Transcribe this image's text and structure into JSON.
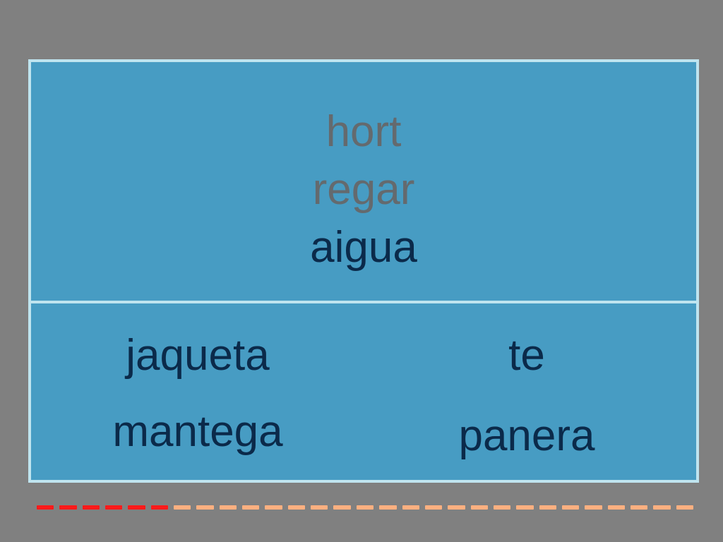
{
  "clue_words": [
    "hort",
    "regar"
  ],
  "target_word": "aigua",
  "options": [
    "jaqueta",
    "te",
    "mantega",
    "panera"
  ],
  "progress": {
    "completed": 6,
    "total": 29,
    "done_color": "#ff1a1a",
    "remaining_color": "#ffb080"
  },
  "colors": {
    "background": "#808080",
    "card": "#479cc3",
    "border": "#bfe4ef",
    "hint_text": "#646a6e",
    "main_text": "#0b2a4a"
  }
}
